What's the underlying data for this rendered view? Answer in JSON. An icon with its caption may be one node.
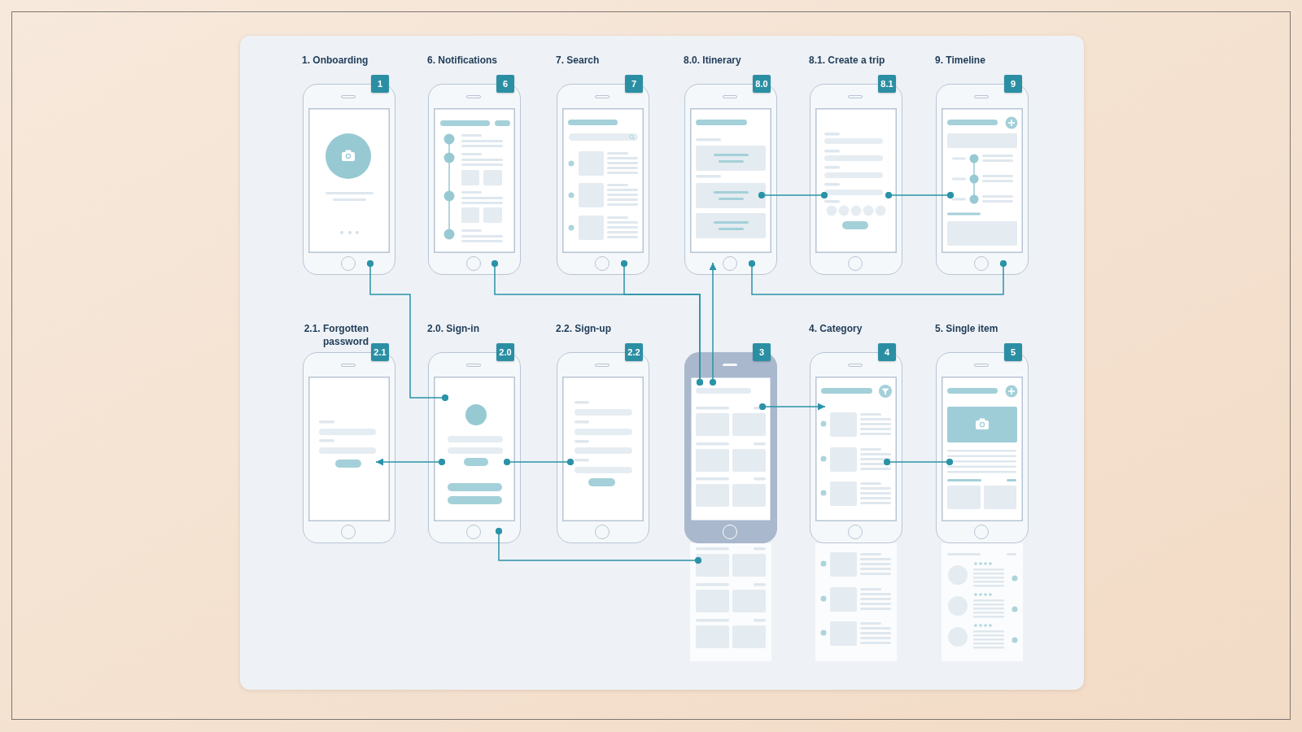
{
  "diagram": {
    "nodes": [
      {
        "text": [
          "1. Onboarding",
          "1"
        ]
      },
      {
        "text": [
          "6. Notifications",
          "6"
        ]
      },
      {
        "text": [
          "7. Search",
          "7"
        ]
      },
      {
        "text": [
          "8.0. Itinerary",
          "8.0"
        ]
      },
      {
        "text": [
          "8.1. Create a trip",
          "8.1"
        ]
      },
      {
        "text": [
          "9. Timeline",
          "9"
        ]
      },
      {
        "text": [
          "2.1. Forgotten password",
          "2.1"
        ]
      },
      {
        "text": [
          "2.0. Sign-in",
          "2.0"
        ]
      },
      {
        "text": [
          "2.2. Sign-up",
          "2.2"
        ]
      },
      {
        "text": [
          "3"
        ]
      },
      {
        "text": [
          "4. Category",
          "4"
        ]
      },
      {
        "text": [
          "5. Single item",
          "5"
        ]
      }
    ],
    "edges": [
      {
        "from": 0,
        "to": 7,
        "arrow": "other"
      },
      {
        "from": 1,
        "to": 9,
        "arrow": "other"
      },
      {
        "from": 2,
        "to": 9,
        "arrow": "other"
      },
      {
        "from": 9,
        "to": 3,
        "arrow": "to"
      },
      {
        "from": 3,
        "to": 5,
        "arrow": "other"
      },
      {
        "from": 3,
        "to": 4,
        "arrow": "other"
      },
      {
        "from": 4,
        "to": 5,
        "arrow": "other"
      },
      {
        "from": 7,
        "to": 6,
        "arrow": "to"
      },
      {
        "from": 7,
        "to": 8,
        "arrow": "other"
      },
      {
        "from": 7,
        "to": 9,
        "arrow": "other"
      },
      {
        "from": 9,
        "to": 10,
        "arrow": "to"
      },
      {
        "from": 10,
        "to": 11,
        "arrow": "other"
      }
    ]
  }
}
